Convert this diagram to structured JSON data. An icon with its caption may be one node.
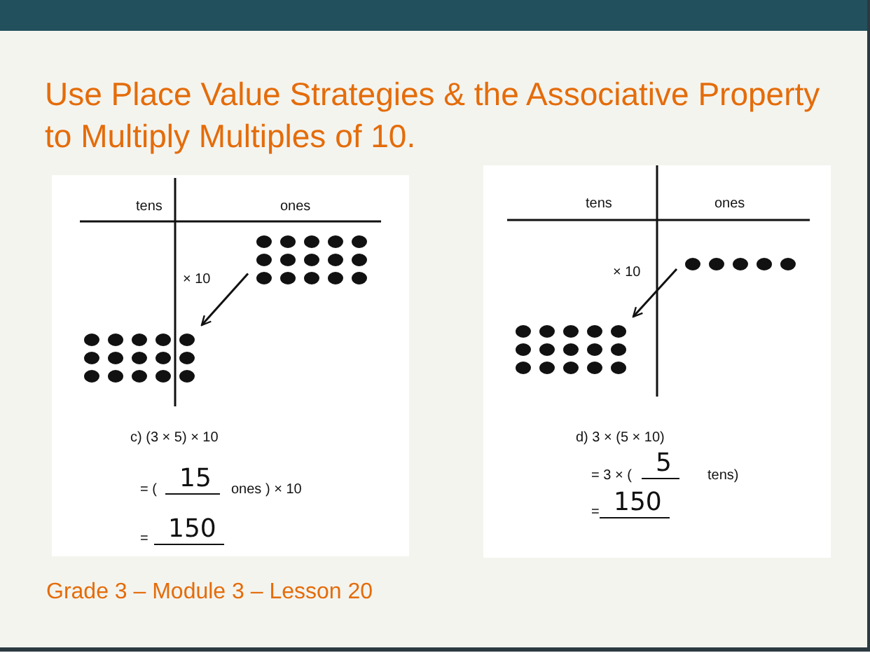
{
  "diagram": {
    "title": "Use Place Value Strategies & the Associative Property to Multiply Multiples of 10.",
    "nodes": [
      {
        "text": [],
        "shape": "dots"
      },
      {
        "text": [],
        "shape": "dots"
      },
      {
        "text": [],
        "shape": "dots"
      },
      {
        "text": [],
        "shape": "dots"
      }
    ],
    "edges": [
      {
        "from": 0,
        "to": 1,
        "arrow": "to",
        "label": "× 10"
      },
      {
        "from": 2,
        "to": 3,
        "arrow": "to",
        "label": "× 10"
      }
    ],
    "labels": [
      "tens",
      "ones",
      "c)  (3 × 5) × 10",
      "= (",
      "15",
      "ones ) × 10",
      "=",
      "150",
      "tens",
      "ones",
      "d)  3 × (5 × 10)",
      "= 3 × (",
      "5",
      "tens)",
      "=",
      "150",
      "Grade 3 – Module 3 – Lesson 20"
    ]
  }
}
